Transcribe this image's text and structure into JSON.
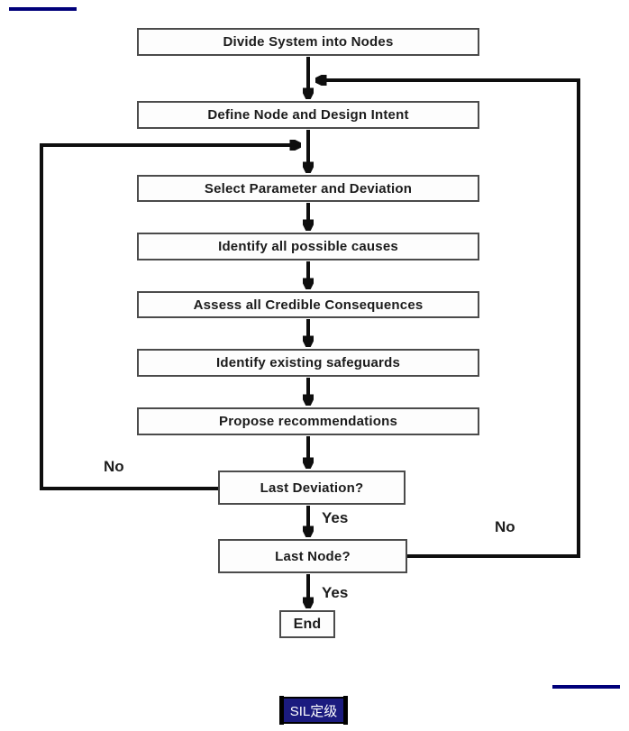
{
  "flowchart": {
    "nodes": [
      {
        "label": "Divide System into Nodes"
      },
      {
        "label": "Define Node and Design Intent"
      },
      {
        "label": "Select Parameter and Deviation"
      },
      {
        "label": "Identify all possible causes"
      },
      {
        "label": "Assess all Credible Consequences"
      },
      {
        "label": "Identify existing safeguards"
      },
      {
        "label": "Propose recommendations"
      },
      {
        "label": "Last Deviation?"
      },
      {
        "label": "Last Node?"
      },
      {
        "label": "End"
      }
    ],
    "labels": {
      "last_deviation_no": "No",
      "last_deviation_yes": "Yes",
      "last_node_no": "No",
      "last_node_yes": "Yes"
    }
  },
  "footer": {
    "badge_label": "SIL定级",
    "badge_bg": "#1b1b7f",
    "badge_text_color": "#ffffff"
  },
  "colors": {
    "line": "#0e0e0e",
    "box_border": "#4b4b4b",
    "accent_navy": "#00007a"
  }
}
